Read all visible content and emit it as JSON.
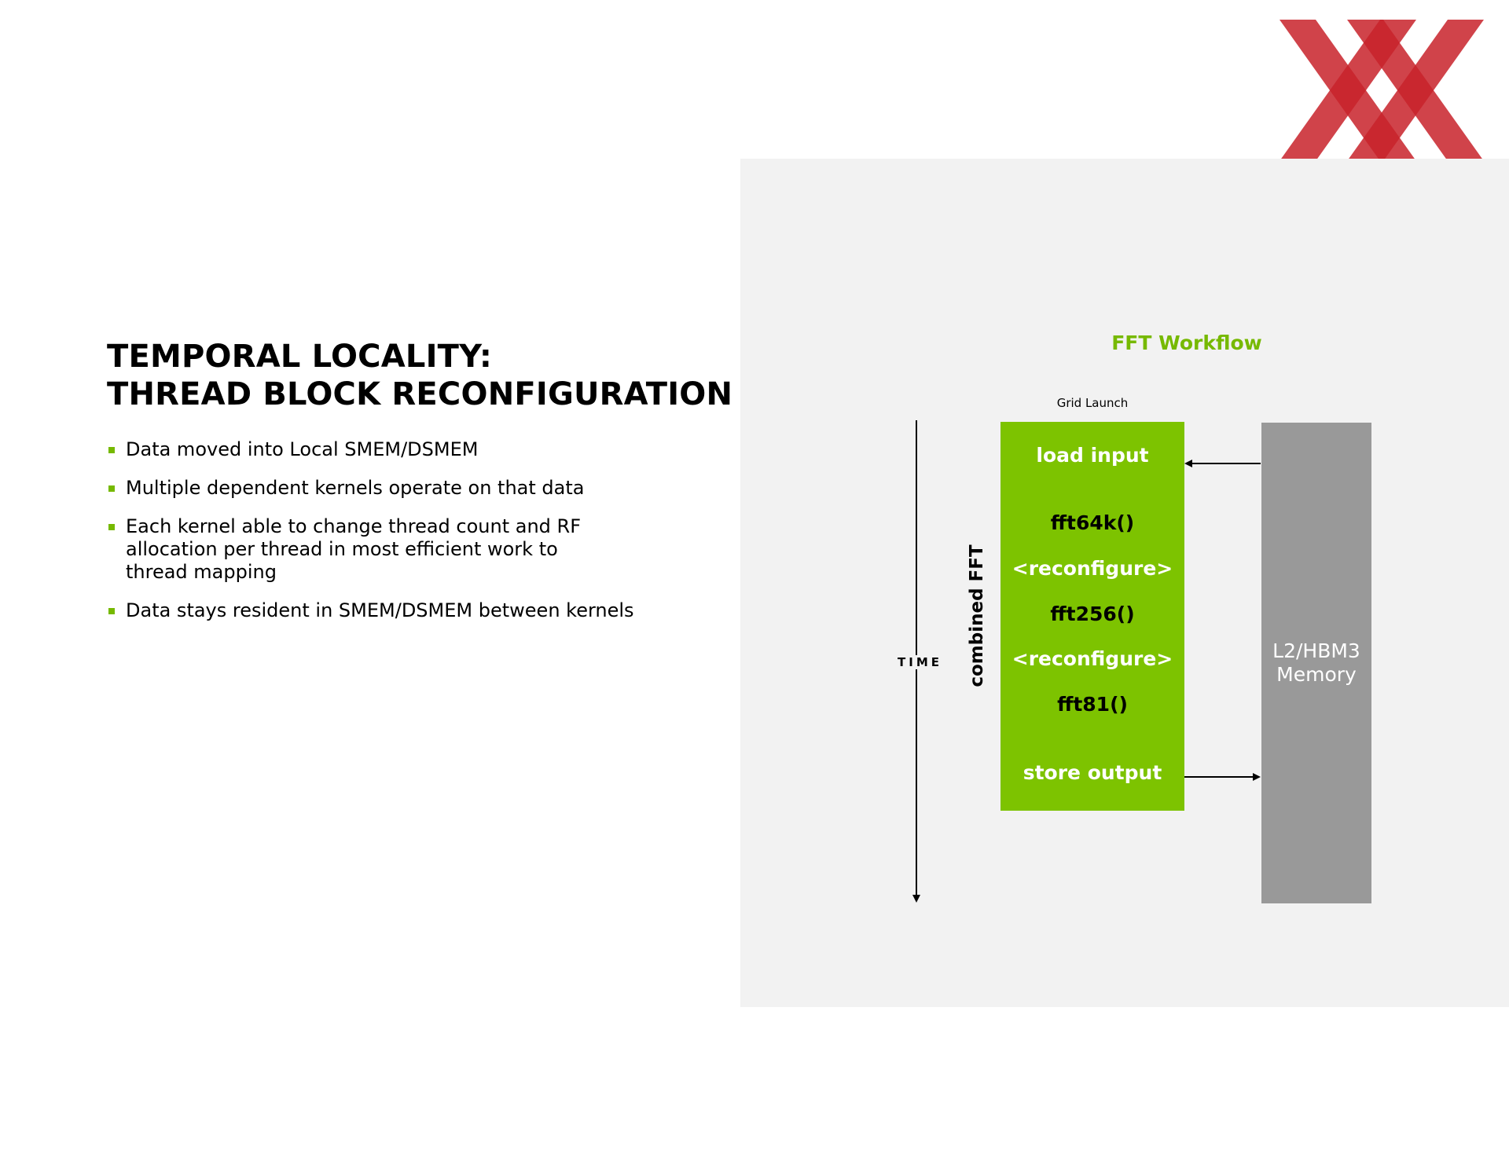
{
  "slide": {
    "title_line1": "TEMPORAL LOCALITY:",
    "title_line2": "THREAD BLOCK RECONFIGURATION",
    "bullets": [
      "Data moved into Local SMEM/DSMEM",
      "Multiple dependent kernels operate on that data",
      "Each kernel able to change thread count and RF allocation per thread in most efficient work to thread mapping",
      "Data stays resident in SMEM/DSMEM between kernels"
    ]
  },
  "diagram": {
    "title": "FFT Workflow",
    "grid_launch": "Grid Launch",
    "time_label": "TIME",
    "combined_label": "combined FFT",
    "steps": [
      {
        "label": "load input",
        "color": "#ffffff"
      },
      {
        "label": "fft64k()",
        "color": "#000000"
      },
      {
        "label": "<reconfigure>",
        "color": "#ffffff"
      },
      {
        "label": "fft256()",
        "color": "#000000"
      },
      {
        "label": "<reconfigure>",
        "color": "#ffffff"
      },
      {
        "label": "fft81()",
        "color": "#000000"
      },
      {
        "label": "store output",
        "color": "#ffffff"
      }
    ],
    "memory_line1": "L2/HBM3",
    "memory_line2": "Memory"
  },
  "colors": {
    "accent_green": "#76b900",
    "block_green": "#7dc300",
    "memory_gray": "#999999",
    "panel_bg": "#f2f2f2",
    "logo_red": "#c8222a"
  },
  "icons": {
    "logo": "crossed-x-logo",
    "bullet": "square-bullet"
  }
}
